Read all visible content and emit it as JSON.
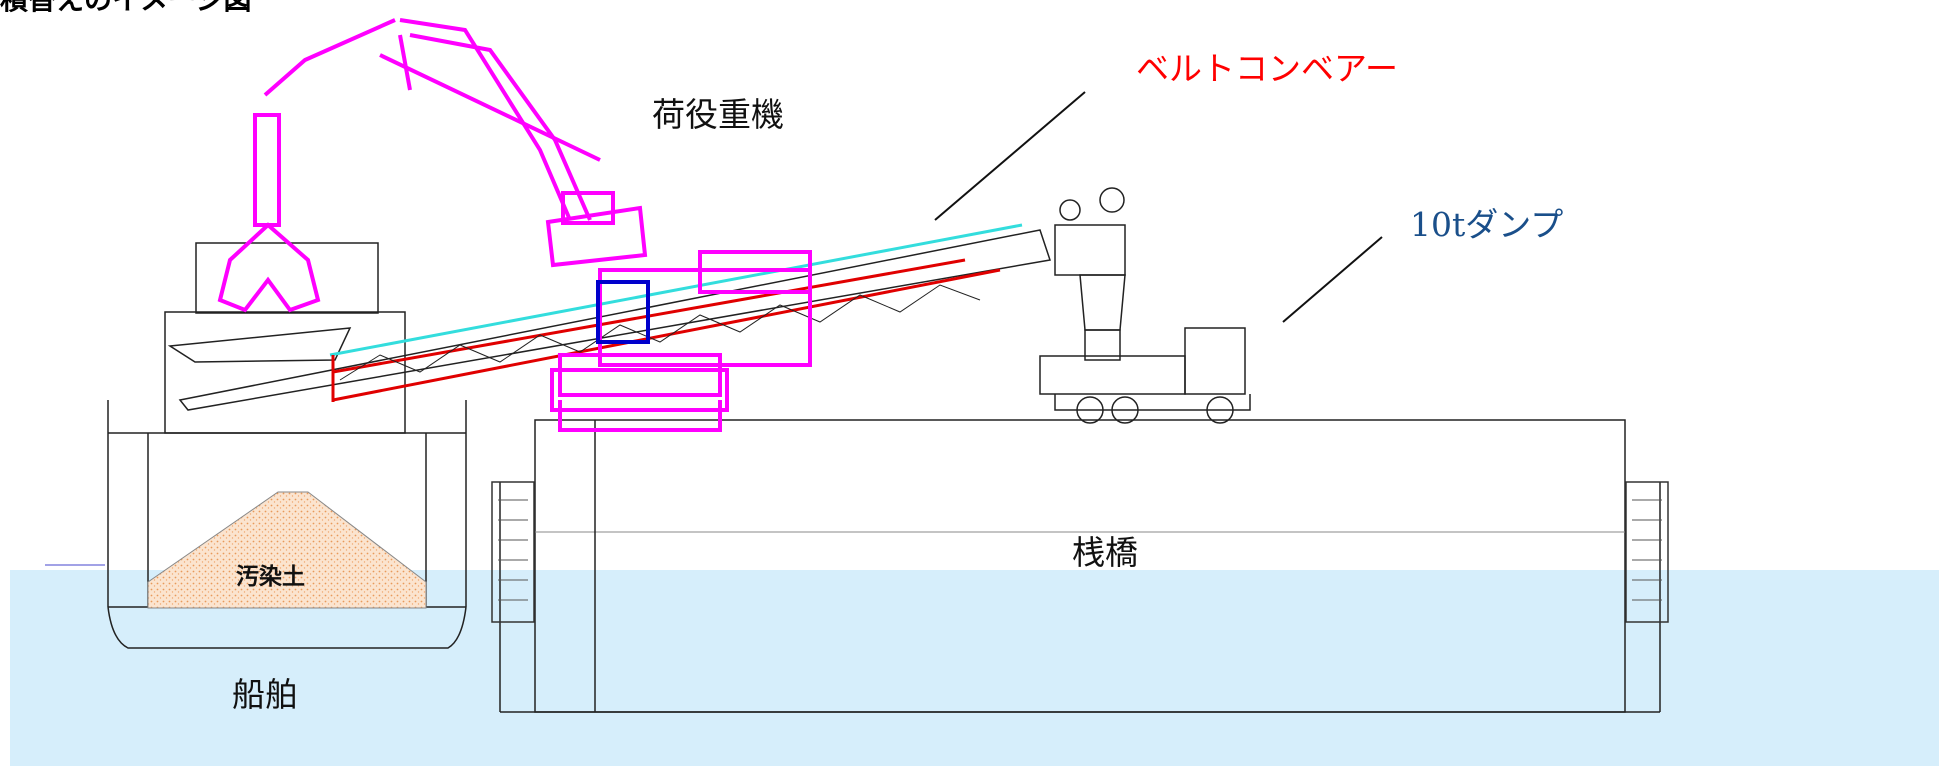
{
  "title": "積替えのイメージ図",
  "labels": {
    "crane": "荷役重機",
    "conveyor": "ベルトコンベアー",
    "dump_truck": "10tダンプ",
    "pier": "桟橋",
    "ship": "船舶",
    "soil": "汚染土"
  },
  "colors": {
    "crane": "#ff00ff",
    "conveyor_accent_red": "#e00000",
    "conveyor_accent_cyan": "#33dddd",
    "conveyor_label": "#ff0000",
    "dump_label": "#1a4f8a",
    "water": "#d6eefb",
    "soil": "#f2b080",
    "line": "#222222"
  }
}
